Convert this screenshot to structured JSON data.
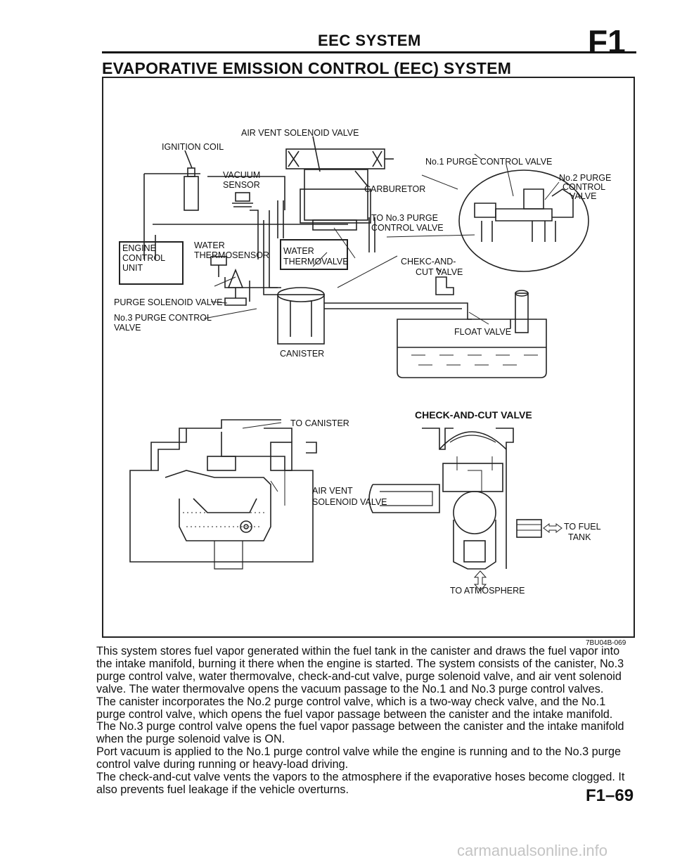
{
  "header": {
    "title": "EEC SYSTEM",
    "code": "F1"
  },
  "section_title": "EVAPORATIVE EMISSION CONTROL (EEC) SYSTEM",
  "figure": {
    "labels": {
      "air_vent_solenoid_valve": "AIR VENT SOLENOID VALVE",
      "ignition_coil": "IGNITION COIL",
      "vacuum_sensor_1": "VACUUM",
      "vacuum_sensor_2": "SENSOR",
      "no1_purge_control_valve": "No.1 PURGE CONTROL VALVE",
      "no2_purge_1": "No.2 PURGE",
      "no2_purge_2": "CONTROL",
      "no2_purge_3": "VALVE",
      "carburetor": "CARBURETOR",
      "to_no3_1": "TO No.3 PURGE",
      "to_no3_2": "CONTROL VALVE",
      "engine_control_unit_1": "ENGINE",
      "engine_control_unit_2": "CONTROL",
      "engine_control_unit_3": "UNIT",
      "water_thermosensor_1": "WATER",
      "water_thermosensor_2": "THERMOSENSOR",
      "water_thermovalve_1": "WATER",
      "water_thermovalve_2": "THERMOVALVE",
      "chekc_and_cut_1": "CHEKC-AND-",
      "chekc_and_cut_2": "CUT VALVE",
      "purge_solenoid_valve": "PURGE SOLENOID VALVE",
      "no3_purge_1": "No.3 PURGE CONTROL",
      "no3_purge_2": "VALVE",
      "float_valve": "FLOAT VALVE",
      "canister": "CANISTER",
      "to_canister": "TO CANISTER",
      "air_vent_1": "AIR VENT",
      "air_vent_2": "SOLENOID VALVE",
      "check_and_cut_title": "CHECK-AND-CUT VALVE",
      "to_fuel_1": "TO FUEL",
      "to_fuel_2": "TANK",
      "to_atmosphere": "TO ATMOSPHERE"
    },
    "code": "7BU04B-069"
  },
  "paragraphs": [
    "This system stores fuel vapor generated within the fuel tank in the canister and draws the fuel vapor into the intake manifold, burning it there when the engine is started. The system consists of the canister, No.3 purge control valve, water thermovalve, check-and-cut valve, purge solenoid valve, and air vent solenoid valve. The water thermovalve opens the vacuum passage to the No.1 and No.3 purge control valves.",
    "The canister incorporates the No.2 purge control valve, which is a two-way check valve, and the No.1 purge control valve, which opens the fuel vapor passage between the canister and the intake manifold.",
    "The No.3 purge control valve opens the fuel vapor passage between the canister and the intake manifold when the purge solenoid valve is ON.",
    "Port vacuum is applied to the No.1 purge control valve while the engine is running and to the No.3 purge control valve during running or heavy-load driving.",
    "The check-and-cut valve vents the vapors to the atmosphere if the evaporative hoses become clogged. It also prevents fuel leakage if the vehicle overturns."
  ],
  "page_number": "F1–69",
  "watermark": "carmanualsonline.info"
}
